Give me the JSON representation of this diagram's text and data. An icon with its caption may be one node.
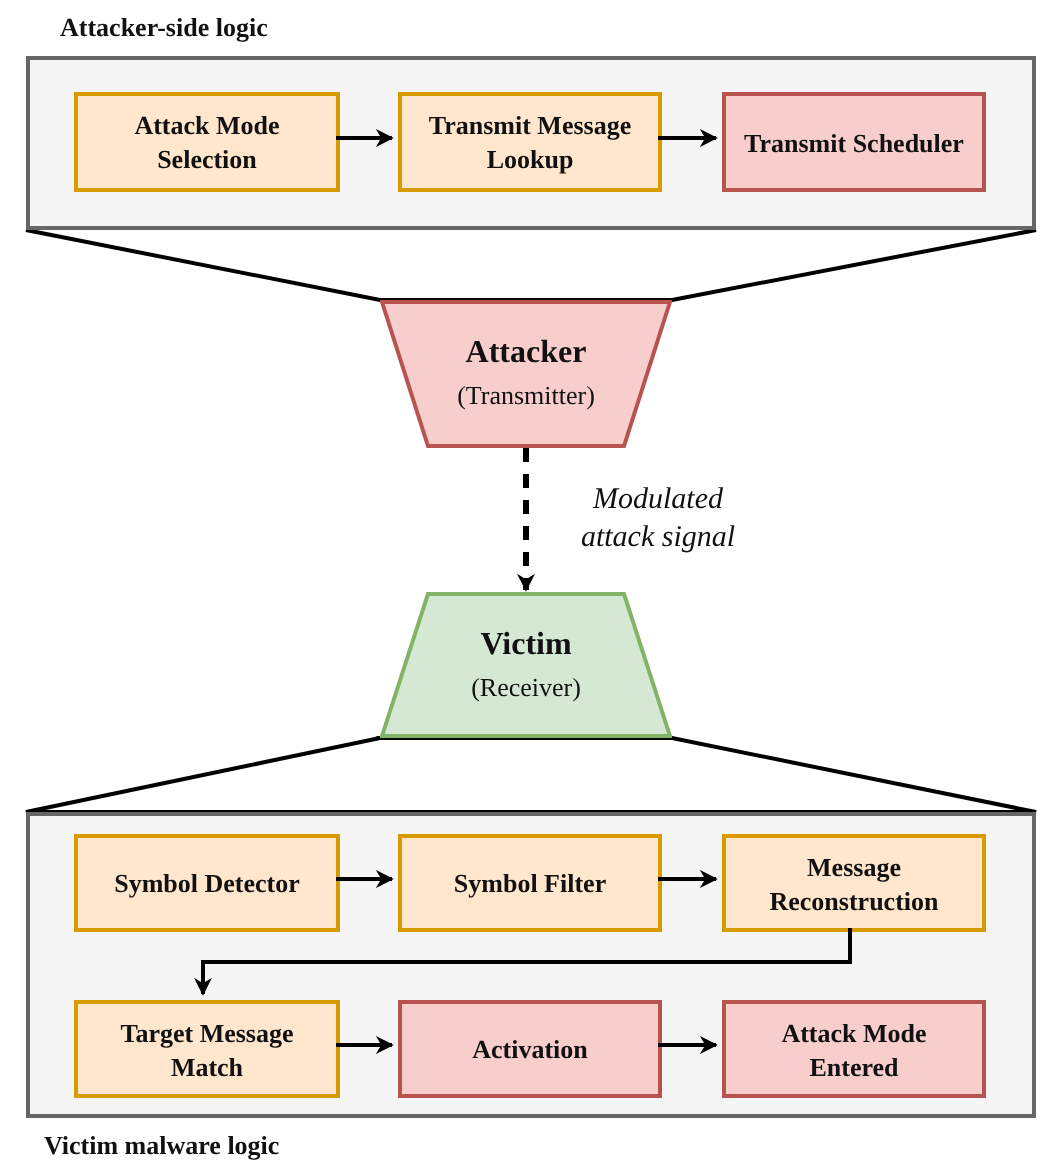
{
  "diagram": {
    "nodes": [
      {
        "text": [
          "Attacker-side logic"
        ]
      },
      {
        "text": [
          "Attack Mode Selection"
        ],
        "in": 0
      },
      {
        "text": [
          "Transmit Message Lookup"
        ],
        "in": 0
      },
      {
        "text": [
          "Transmit Scheduler"
        ],
        "in": 0
      },
      {
        "text": [
          "Attacker",
          "(Transmitter)"
        ]
      },
      {
        "text": [
          "Victim",
          "(Receiver)"
        ]
      },
      {
        "text": [
          "Victim malware logic"
        ]
      },
      {
        "text": [
          "Symbol Detector"
        ],
        "in": 6
      },
      {
        "text": [
          "Symbol Filter"
        ],
        "in": 6
      },
      {
        "text": [
          "Message Reconstruction"
        ],
        "in": 6
      },
      {
        "text": [
          "Target Message Match"
        ],
        "in": 6
      },
      {
        "text": [
          "Activation"
        ],
        "in": 6
      },
      {
        "text": [
          "Attack Mode Entered"
        ],
        "in": 6
      }
    ],
    "edges": [
      {
        "from": 1,
        "to": 2,
        "arrow": "to"
      },
      {
        "from": 2,
        "to": 3,
        "arrow": "to"
      },
      {
        "from": 0,
        "to": 4,
        "arrow": "none"
      },
      {
        "from": 4,
        "to": 5,
        "arrow": "to",
        "label": "Modulated attack signal",
        "style": "dashed"
      },
      {
        "from": 5,
        "to": 6,
        "arrow": "none"
      },
      {
        "from": 7,
        "to": 8,
        "arrow": "to"
      },
      {
        "from": 8,
        "to": 9,
        "arrow": "to"
      },
      {
        "from": 9,
        "to": 10,
        "arrow": "to"
      },
      {
        "from": 10,
        "to": 11,
        "arrow": "to"
      },
      {
        "from": 11,
        "to": 12,
        "arrow": "to"
      }
    ]
  }
}
